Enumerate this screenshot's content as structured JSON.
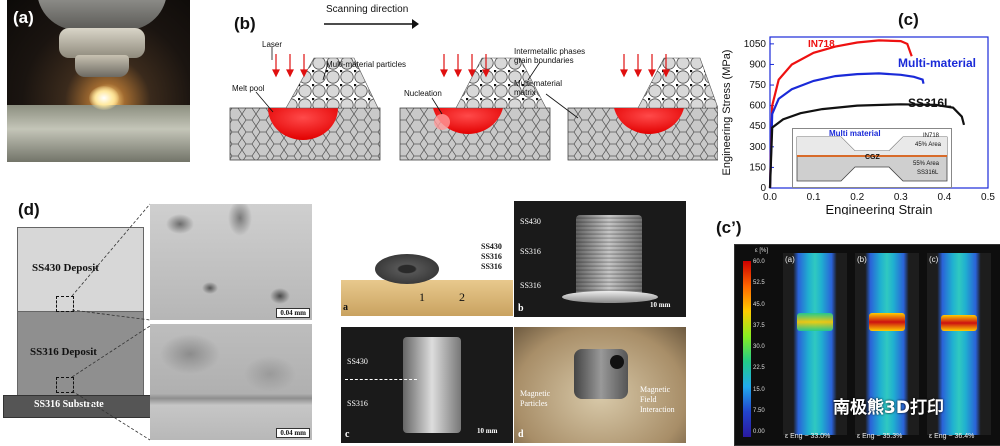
{
  "panel_a": {
    "label": "(a)"
  },
  "panel_b": {
    "label": "(b)",
    "scanning_direction": "Scanning direction",
    "laser": "Laser",
    "multi_material_particles": "Multi-material particles",
    "melt_pool": "Melt pool",
    "nucleation": "Nucleation",
    "intermetallic": "Intermetallic phases",
    "grain_boundaries": "grain boundaries",
    "matrix_line1": "Multi-material",
    "matrix_line2": "matrix"
  },
  "panel_c": {
    "label": "(c)",
    "inset": {
      "multi_material": "Multi material",
      "in718": "IN718",
      "area45": "45% Area",
      "cgz": "CGZ",
      "area55": "55% Area",
      "ss316l": "SS316L"
    }
  },
  "chart_data": {
    "type": "line",
    "xlabel": "Engineering Strain",
    "ylabel": "Engineering Stress (MPa)",
    "xlim": [
      0.0,
      0.5
    ],
    "ylim": [
      0,
      1100
    ],
    "xticks": [
      "0.0",
      "0.1",
      "0.2",
      "0.3",
      "0.4",
      "0.5"
    ],
    "yticks": [
      "0",
      "150",
      "300",
      "450",
      "600",
      "750",
      "900",
      "1050"
    ],
    "series": [
      {
        "name": "IN718",
        "color": "#ee1111",
        "x": [
          0.0,
          0.005,
          0.02,
          0.05,
          0.1,
          0.15,
          0.2,
          0.25,
          0.3,
          0.315,
          0.325
        ],
        "y": [
          0,
          600,
          790,
          900,
          985,
          1030,
          1060,
          1075,
          1070,
          1050,
          960
        ]
      },
      {
        "name": "Multi-material",
        "color": "#1a2ad8",
        "x": [
          0.0,
          0.005,
          0.02,
          0.05,
          0.1,
          0.15,
          0.2,
          0.25,
          0.3,
          0.33,
          0.35,
          0.352
        ],
        "y": [
          0,
          540,
          650,
          720,
          780,
          815,
          830,
          835,
          825,
          810,
          790,
          760
        ]
      },
      {
        "name": "SS316L",
        "color": "#111111",
        "x": [
          0.0,
          0.005,
          0.03,
          0.07,
          0.12,
          0.2,
          0.3,
          0.38,
          0.42,
          0.44,
          0.445
        ],
        "y": [
          0,
          440,
          500,
          545,
          575,
          600,
          610,
          605,
          585,
          520,
          460
        ]
      }
    ]
  },
  "panel_cp": {
    "label": "(c’)",
    "scale_unit": "ε [%]",
    "scale_ticks": [
      "60.0",
      "52.5",
      "45.0",
      "37.5",
      "30.0",
      "22.5",
      "15.0",
      "7.50",
      "0.00"
    ],
    "sub_labels": [
      "(a)",
      "(b)",
      "(c)"
    ],
    "strain_labels": [
      "ε Eng ~ 33.0%",
      "ε Eng ~ 35.3%",
      "ε Eng ~ 36.4%"
    ],
    "watermark": "南极熊3D打印"
  },
  "panel_d": {
    "label": "(d)",
    "ss430_deposit": "SS430 Deposit",
    "ss316_deposit": "SS316 Deposit",
    "substrate": "SS316 Substrate",
    "scale_top": "0.04 mm",
    "scale_bottom": "0.04 mm"
  },
  "photos": {
    "a": {
      "letter": "a",
      "stack": [
        "SS430",
        "SS316",
        "SS316"
      ],
      "ruler": [
        "1",
        "2"
      ]
    },
    "b": {
      "letter": "b",
      "labels": [
        "SS430",
        "SS316",
        "SS316"
      ],
      "scale": "10 mm"
    },
    "c": {
      "letter": "c",
      "labels": [
        "SS430",
        "SS316"
      ],
      "scale": "10 mm"
    },
    "d": {
      "letter": "d",
      "left": [
        "Magnetic",
        "Particles"
      ],
      "right": [
        "Magnetic",
        "Field",
        "Interaction"
      ]
    }
  }
}
